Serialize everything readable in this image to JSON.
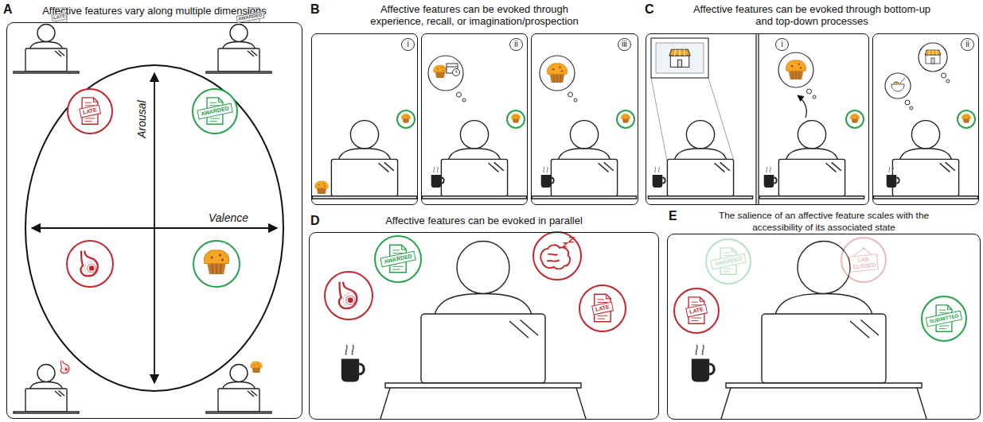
{
  "diagram": {
    "nodes": [
      {
        "text": [
          "Affective features vary along multiple dimensions"
        ]
      },
      {
        "text": [
          "LATE"
        ],
        "in": 0
      },
      {
        "text": [
          "AWARDED"
        ],
        "in": 0
      },
      {
        "text": [
          "Affective features can be evoked through experience, recall, or imagination/prospection"
        ]
      },
      {
        "text": [
          "i"
        ],
        "in": 3
      },
      {
        "text": [
          "ii"
        ],
        "in": 3
      },
      {
        "text": [
          "iii"
        ],
        "in": 3
      },
      {
        "text": [
          "Affective features can be evoked through bottom-up and top-down processes"
        ]
      },
      {
        "text": [
          "i"
        ],
        "in": 7
      },
      {
        "text": [
          "ii"
        ],
        "in": 7
      },
      {
        "text": [
          "Affective features can be evoked in parallel"
        ]
      },
      {
        "text": [
          "AWARDED"
        ],
        "in": 10
      },
      {
        "text": [
          "LATE"
        ],
        "in": 10
      },
      {
        "text": [
          "The salience of an affective feature scales with the accessibility of its associated state"
        ]
      },
      {
        "text": [
          "LATE"
        ],
        "in": 13
      },
      {
        "text": [
          "AWARDED"
        ],
        "in": 13
      },
      {
        "text": [
          "LAB CLOSED"
        ],
        "in": 13
      },
      {
        "text": [
          "SUBMITTED"
        ],
        "in": 13
      }
    ],
    "edges": [],
    "labels": [
      "A",
      "B",
      "C",
      "D",
      "E",
      "Arousal",
      "Valence",
      "LATE",
      "AWARDED"
    ]
  }
}
